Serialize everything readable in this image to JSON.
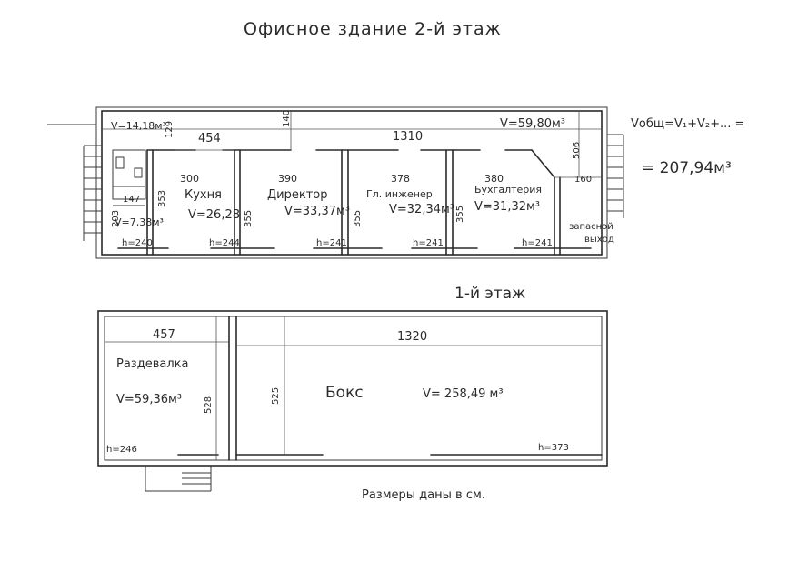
{
  "title": "Офисное здание   2-й этаж",
  "floor2": {
    "hall_volume": "V=14,18м³",
    "corridor_volume": "V=59,80м³",
    "dim_total": "1310",
    "dim_left": "454",
    "dim_140": "140",
    "dim_506": "506",
    "dim_160": "160",
    "dim_129": "129",
    "dim_147": "147",
    "dim_203": "203",
    "dim_353": "353",
    "small_room_volume": "V=7,38м³",
    "small_room_h": "h=240",
    "rooms": [
      {
        "name": "Кухня",
        "width": "300",
        "volume": "V=26,28",
        "height": "h=244",
        "depth": "355"
      },
      {
        "name": "Директор",
        "width": "390",
        "volume": "V=33,37м³",
        "height": "h=241",
        "depth": "355"
      },
      {
        "name": "Гл. инженер",
        "width": "378",
        "volume": "V=32,34м³",
        "height": "h=241",
        "depth": "355"
      },
      {
        "name": "Бухгалтерия",
        "width": "380",
        "volume": "V=31,32м³",
        "height": "h=241",
        "depth": ""
      }
    ],
    "exit_label_1": "запасной",
    "exit_label_2": "выход"
  },
  "total": {
    "formula": "Vобщ=V₁+V₂+...  =",
    "value": "= 207,94м³"
  },
  "floor1": {
    "title": "1-й этаж",
    "locker": {
      "name": "Раздевалка",
      "width": "457",
      "volume": "V=59,36м³",
      "depth": "528",
      "height": "h=246"
    },
    "box": {
      "name": "Бокс",
      "width": "1320",
      "volume": "V= 258,49 м³",
      "depth": "525",
      "height": "h=373"
    }
  },
  "note": "Размеры даны в см."
}
